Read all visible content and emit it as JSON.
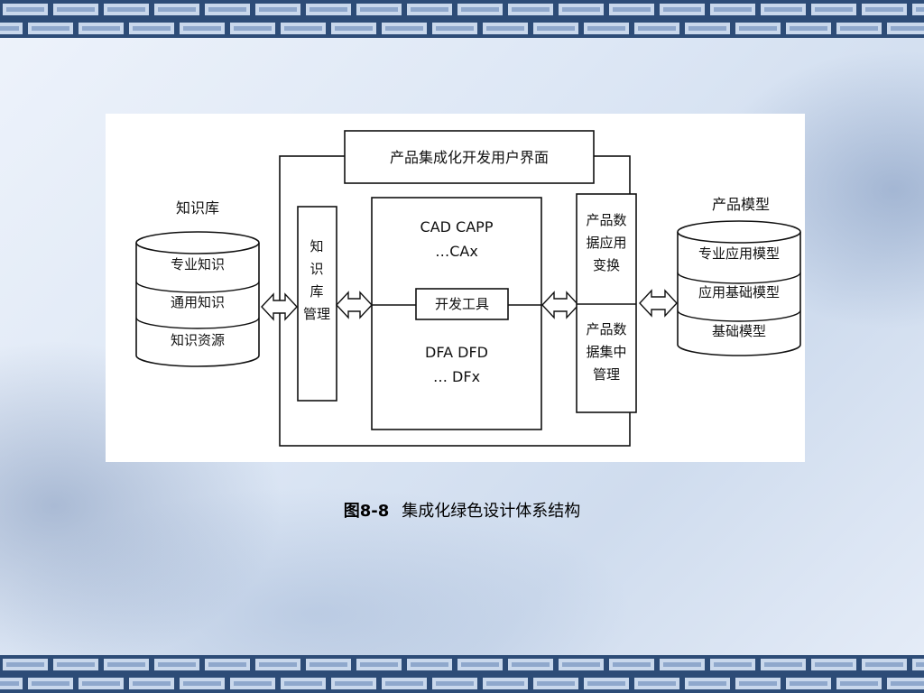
{
  "diagram": {
    "top_interface": "产品集成化开发用户界面",
    "knowledge_base": {
      "title": "知识库",
      "layers": [
        "专业知识",
        "通用知识",
        "知识资源"
      ]
    },
    "kb_management": [
      "知",
      "识",
      "库",
      "管理"
    ],
    "center": {
      "top_lines": [
        "CAD CAPP",
        "…CAx"
      ],
      "tool": "开发工具",
      "bottom_lines": [
        "DFA DFD",
        "… DFx"
      ]
    },
    "data_conversion": [
      "产品数",
      "据应用",
      "变换"
    ],
    "data_management": [
      "产品数",
      "据集中",
      "管理"
    ],
    "product_model": {
      "title": "产品模型",
      "layers": [
        "专业应用模型",
        "应用基础模型",
        "基础模型"
      ]
    }
  },
  "caption": {
    "number": "图8-8",
    "text": "集成化绿色设计体系结构"
  }
}
